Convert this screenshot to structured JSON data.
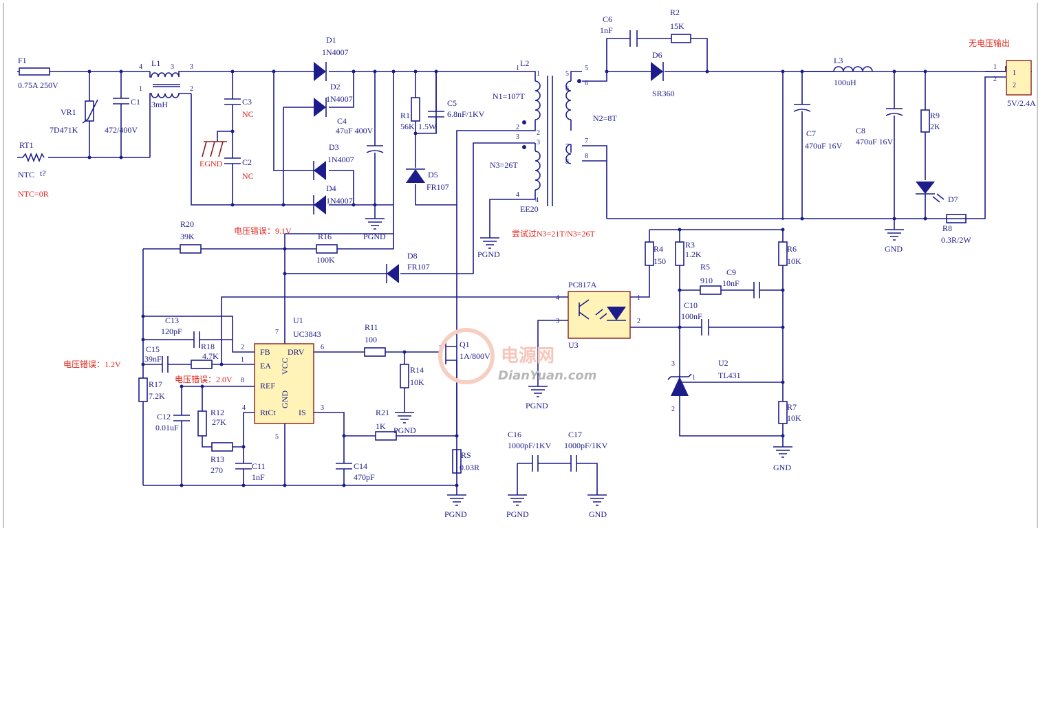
{
  "title_note": "无电压输出",
  "notes": {
    "ntc": "NTC=0R",
    "v_err_vcc": "电压错误：9.1V",
    "v_err_fb": "电压错误：1.2V",
    "v_err_ref": "电压错误：2.0V",
    "n3_note": "尝试过N3=21T/N3=26T"
  },
  "components": {
    "F1": {
      "ref": "F1",
      "value": "0.75A 250V"
    },
    "RT1": {
      "ref": "RT1",
      "value": "NTC",
      "extra": "t?"
    },
    "VR1": {
      "ref": "VR1",
      "value": "7D471K"
    },
    "C1": {
      "ref": "C1",
      "value": "472/400V"
    },
    "L1": {
      "ref": "L1",
      "value": "3mH"
    },
    "C3": {
      "ref": "C3",
      "value": "NC"
    },
    "C2": {
      "ref": "C2",
      "value": "NC"
    },
    "EGND": {
      "label": "EGND"
    },
    "D1": {
      "ref": "D1",
      "value": "1N4007"
    },
    "D2": {
      "ref": "D2",
      "value": "1N4007"
    },
    "D3": {
      "ref": "D3",
      "value": "1N4007"
    },
    "D4": {
      "ref": "D4",
      "value": "1N4007"
    },
    "C4": {
      "ref": "C4",
      "value": "47uF 400V"
    },
    "R1": {
      "ref": "R1",
      "value": "56K",
      "power": "1.5W"
    },
    "C5": {
      "ref": "C5",
      "value": "6.8nF/1KV"
    },
    "D5": {
      "ref": "D5",
      "value": "FR107"
    },
    "L2": {
      "ref": "L2",
      "n1": "N1=107T",
      "n2": "N2=8T",
      "n3": "N3=26T",
      "core": "EE20"
    },
    "C6": {
      "ref": "C6",
      "value": "1nF"
    },
    "R2": {
      "ref": "R2",
      "value": "15K"
    },
    "D6": {
      "ref": "D6",
      "value": "SR360"
    },
    "C7": {
      "ref": "C7",
      "value": "470uF 16V"
    },
    "C8": {
      "ref": "C8",
      "value": "470uF 16V"
    },
    "L3": {
      "ref": "L3",
      "value": "100uH"
    },
    "R9": {
      "ref": "R9",
      "value": "2K"
    },
    "D7": {
      "ref": "D7"
    },
    "R8": {
      "ref": "R8",
      "value": "0.3R/2W"
    },
    "J1": {
      "value": "5V/2.4A",
      "pin1": "1",
      "pin2": "2"
    },
    "R20": {
      "ref": "R20",
      "value": "39K"
    },
    "R16": {
      "ref": "R16",
      "value": "100K"
    },
    "D8": {
      "ref": "D8",
      "value": "FR107"
    },
    "U1": {
      "ref": "U1",
      "value": "UC3843",
      "fb": "FB",
      "ea": "EA",
      "ref_pin": "REF",
      "rtct": "RtCt",
      "drv": "DRV",
      "is": "IS",
      "vcc": "VCC",
      "gnd": "GND"
    },
    "C13": {
      "ref": "C13",
      "value": "120pF"
    },
    "R18": {
      "ref": "R18",
      "value": "4.7K"
    },
    "C15": {
      "ref": "C15",
      "value": "39nF"
    },
    "R17": {
      "ref": "R17",
      "value": "7.2K"
    },
    "C12": {
      "ref": "C12",
      "value": "0.01uF"
    },
    "R12": {
      "ref": "R12",
      "value": "27K"
    },
    "R13": {
      "ref": "R13",
      "value": "270"
    },
    "C11": {
      "ref": "C11",
      "value": "1nF"
    },
    "R11": {
      "ref": "R11",
      "value": "100"
    },
    "R14": {
      "ref": "R14",
      "value": "10K"
    },
    "Q1": {
      "ref": "Q1",
      "value": "1A/800V"
    },
    "R21": {
      "ref": "R21",
      "value": "1K"
    },
    "C14": {
      "ref": "C14",
      "value": "470pF"
    },
    "RS": {
      "ref": "RS",
      "value": "0.03R"
    },
    "C16": {
      "ref": "C16",
      "value": "1000pF/1KV"
    },
    "C17": {
      "ref": "C17",
      "value": "1000pF/1KV"
    },
    "PC817A": {
      "ref": "PC817A",
      "sub": "U3"
    },
    "R4": {
      "ref": "R4",
      "value": "150"
    },
    "R3": {
      "ref": "R3",
      "value": "1.2K"
    },
    "R5": {
      "ref": "R5",
      "value": "910"
    },
    "C9": {
      "ref": "C9",
      "value": "10nF"
    },
    "R6": {
      "ref": "R6",
      "value": "10K"
    },
    "C10": {
      "ref": "C10",
      "value": "100nF"
    },
    "U2": {
      "ref": "U2",
      "value": "TL431"
    },
    "R7": {
      "ref": "R7",
      "value": "10K"
    }
  },
  "grounds": {
    "pgnd": "PGND",
    "gnd": "GND"
  },
  "watermark": {
    "cn": "电源网",
    "en": "DianYuan.com"
  },
  "colors": {
    "wire": "#1c1c8a",
    "note": "#e0241b",
    "gnd_symbol": "#8a1c1c",
    "ic_fill": "#fff3b8"
  }
}
